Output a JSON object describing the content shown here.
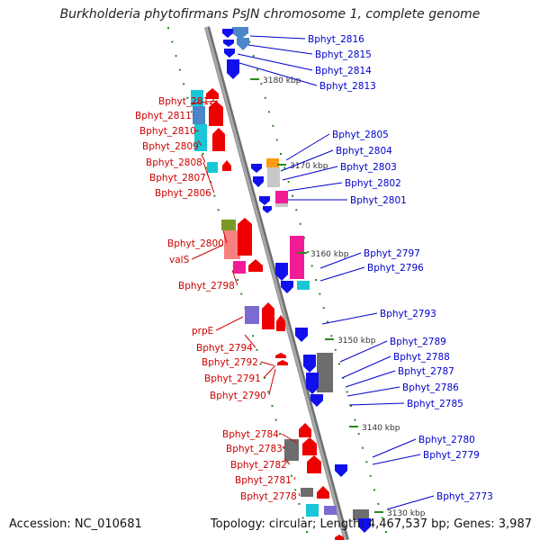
{
  "title": "Burkholderia phytofirmans PsJN chromosome 1, complete genome",
  "accession": "Accession: NC_010681",
  "summary": "Topology: circular; Length: 4,467,537 bp; Genes: 3,987",
  "colors": {
    "left_label": "#cc0000",
    "right_label": "#0000cc",
    "forward_gene": "#ee0000",
    "reverse_gene": "#1010ee",
    "backbone": "#909090",
    "tick": "#2a8a1e"
  },
  "scale_ticks": [
    "3180 kbp",
    "3170 kbp",
    "3160 kbp",
    "3150 kbp",
    "3140 kbp",
    "3130 kbp"
  ],
  "left_labels": [
    "Bphyt_2812",
    "Bphyt_2811",
    "Bphyt_2810",
    "Bphyt_2809",
    "Bphyt_2808",
    "Bphyt_2807",
    "Bphyt_2806",
    "Bphyt_2800",
    "valS",
    "Bphyt_2798",
    "prpE",
    "Bphyt_2794",
    "Bphyt_2792",
    "Bphyt_2791",
    "Bphyt_2790",
    "Bphyt_2784",
    "Bphyt_2783",
    "Bphyt_2782",
    "Bphyt_2781",
    "Bphyt_2778"
  ],
  "right_labels": [
    "Bphyt_2816",
    "Bphyt_2815",
    "Bphyt_2814",
    "Bphyt_2813",
    "Bphyt_2805",
    "Bphyt_2804",
    "Bphyt_2803",
    "Bphyt_2802",
    "Bphyt_2801",
    "Bphyt_2797",
    "Bphyt_2796",
    "Bphyt_2793",
    "Bphyt_2789",
    "Bphyt_2788",
    "Bphyt_2787",
    "Bphyt_2786",
    "Bphyt_2785",
    "Bphyt_2780",
    "Bphyt_2779",
    "Bphyt_2773"
  ]
}
